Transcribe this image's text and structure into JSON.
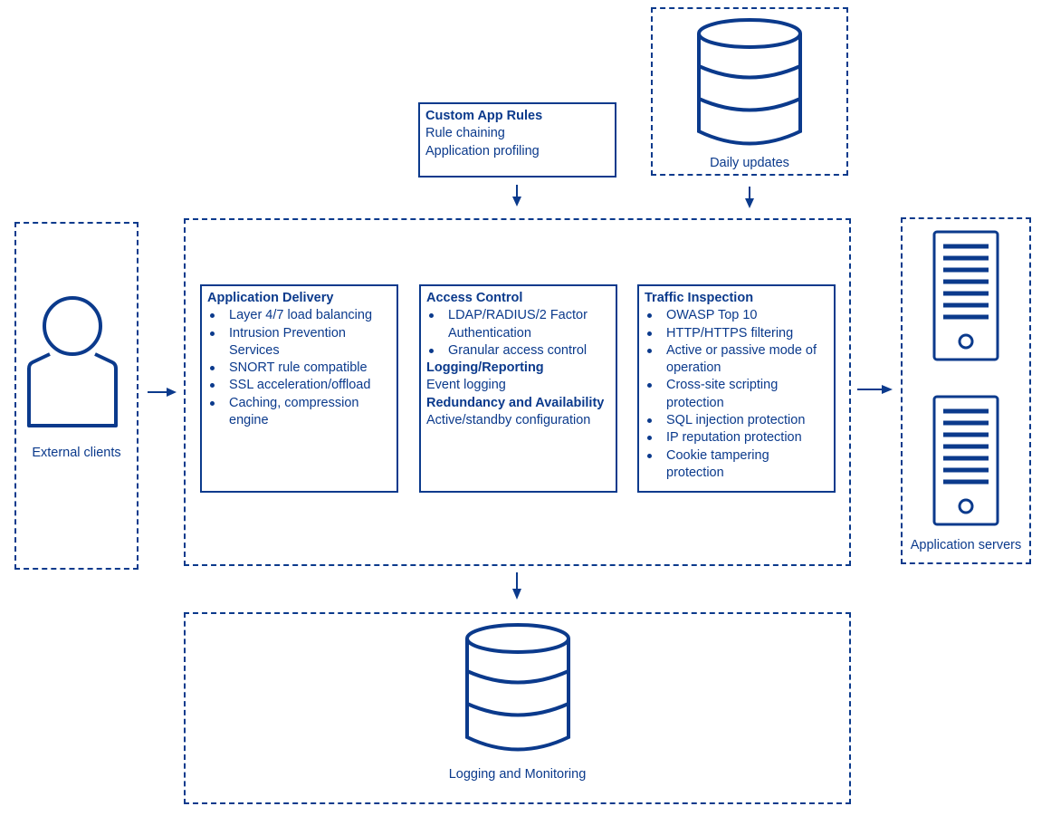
{
  "external_clients": {
    "label": "External clients",
    "icon": "user-icon"
  },
  "custom_rules": {
    "title": "Custom App Rules",
    "lines": [
      "Rule chaining",
      "Application profiling"
    ]
  },
  "daily_updates": {
    "label": "Daily updates",
    "icon": "database-icon"
  },
  "application_delivery": {
    "title": "Application Delivery",
    "items": [
      "Layer 4/7 load balancing",
      "Intrusion Prevention Services",
      "SNORT rule compatible",
      "SSL acceleration/offload",
      "Caching, compression engine"
    ]
  },
  "access_control": {
    "title": "Access Control",
    "items": [
      "LDAP/RADIUS/2 Factor Authentication",
      "Granular access control"
    ],
    "logging_title": "Logging/Reporting",
    "logging_text": "Event logging",
    "redundancy_title": "Redundancy and Availability",
    "redundancy_text": "Active/standby configuration"
  },
  "traffic_inspection": {
    "title": "Traffic Inspection",
    "items": [
      "OWASP Top 10",
      "HTTP/HTTPS filtering",
      "Active or passive mode of operation",
      "Cross-site scripting protection",
      "SQL injection protection",
      "IP reputation protection",
      "Cookie tampering protection"
    ]
  },
  "application_servers": {
    "label": "Application servers",
    "icon": "server-icon"
  },
  "logging_monitoring": {
    "label": "Logging and Monitoring",
    "icon": "database-icon"
  },
  "colors": {
    "primary": "#0b3a8c",
    "background": "#ffffff"
  }
}
